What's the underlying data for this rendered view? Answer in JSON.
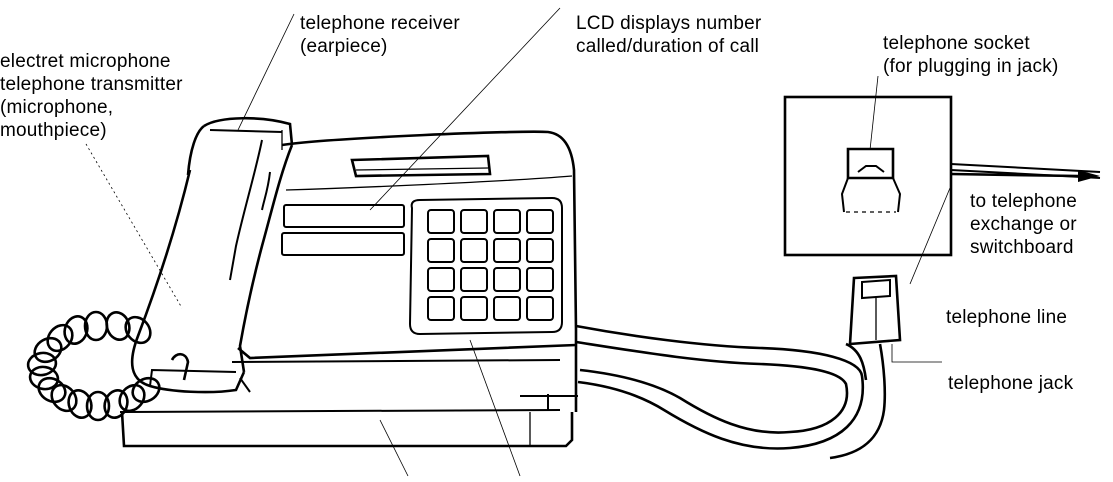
{
  "labels": {
    "microphone": [
      "electret microphone",
      "telephone transmitter",
      "(microphone,",
      "mouthpiece)"
    ],
    "receiver": [
      "telephone receiver",
      "(earpiece)"
    ],
    "lcd": [
      "LCD displays number",
      "called/duration of call"
    ],
    "socket": [
      "telephone socket",
      "(for plugging in jack)"
    ],
    "exchange": [
      "to telephone",
      "exchange or",
      "switchboard"
    ],
    "line": "telephone line",
    "jack": "telephone jack"
  }
}
